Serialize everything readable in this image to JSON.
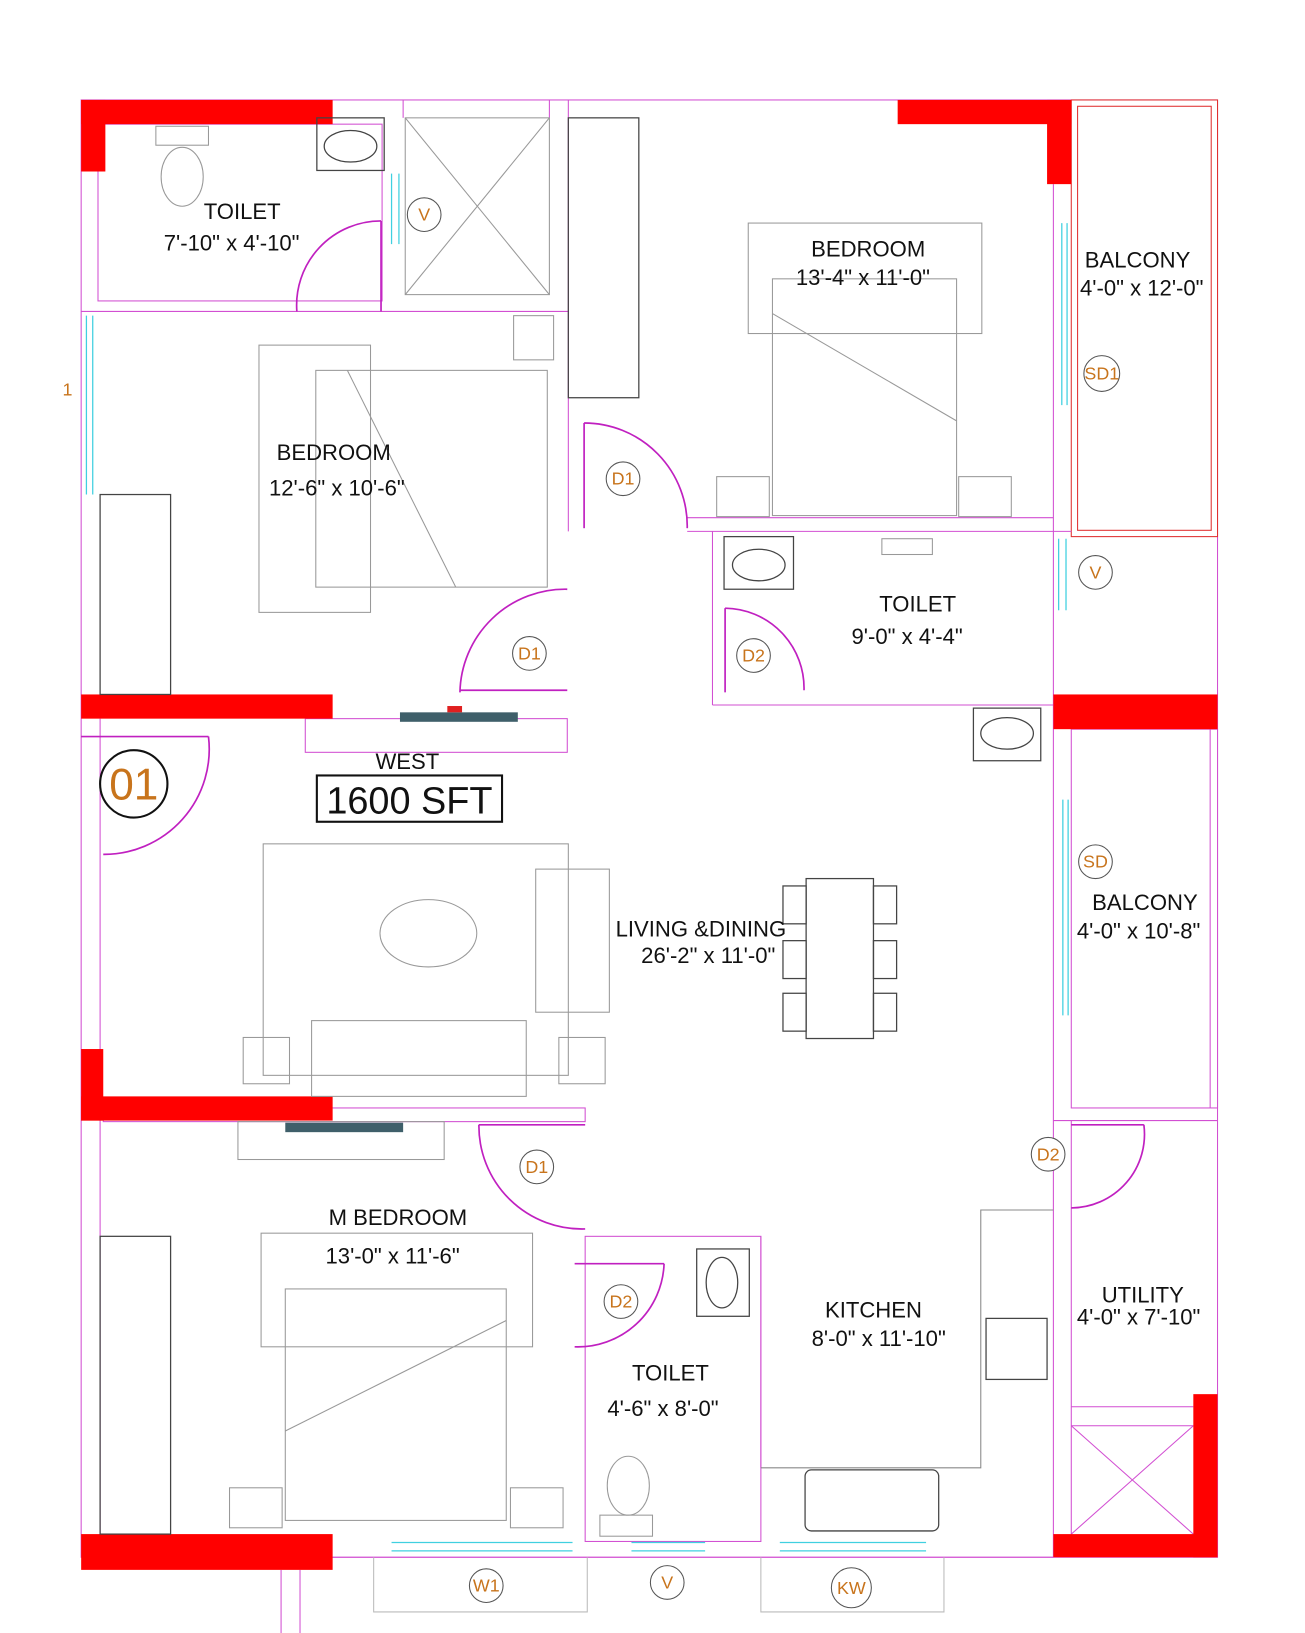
{
  "plan": {
    "direction": "WEST",
    "area": "1600  SFT",
    "unit_number": "01",
    "colors": {
      "wall": "#ff0000",
      "line": "#d24fd2",
      "door": "#c020c0",
      "window": "#40d0e0",
      "tag_text": "#c8741c"
    },
    "rooms": [
      {
        "name": "TOILET",
        "size": "7'-10\" x 4'-10\""
      },
      {
        "name": "BEDROOM",
        "size": "13'-4\" x 11'-0\""
      },
      {
        "name": "BALCONY",
        "size": "4'-0\" x 12'-0\""
      },
      {
        "name": "BEDROOM",
        "size": "12'-6\" x 10'-6\""
      },
      {
        "name": "TOILET",
        "size": "9'-0\" x 4'-4\""
      },
      {
        "name": "LIVING &DINING",
        "size": "26'-2\" x 11'-0\""
      },
      {
        "name": "BALCONY",
        "size": "4'-0\" x 10'-8\""
      },
      {
        "name": "M BEDROOM",
        "size": "13'-0\" x 11'-6\""
      },
      {
        "name": "KITCHEN",
        "size": "8'-0\" x 11'-10\""
      },
      {
        "name": "UTILITY",
        "size": "4'-0\" x 7'-10\""
      },
      {
        "name": "TOILET",
        "size": "4'-6\" x 8'-0\""
      }
    ],
    "tags": [
      "V",
      "D1",
      "SD1",
      "V",
      "D1",
      "D2",
      "SD",
      "D1",
      "D2",
      "D2",
      "W1",
      "V",
      "KW",
      "1"
    ]
  }
}
